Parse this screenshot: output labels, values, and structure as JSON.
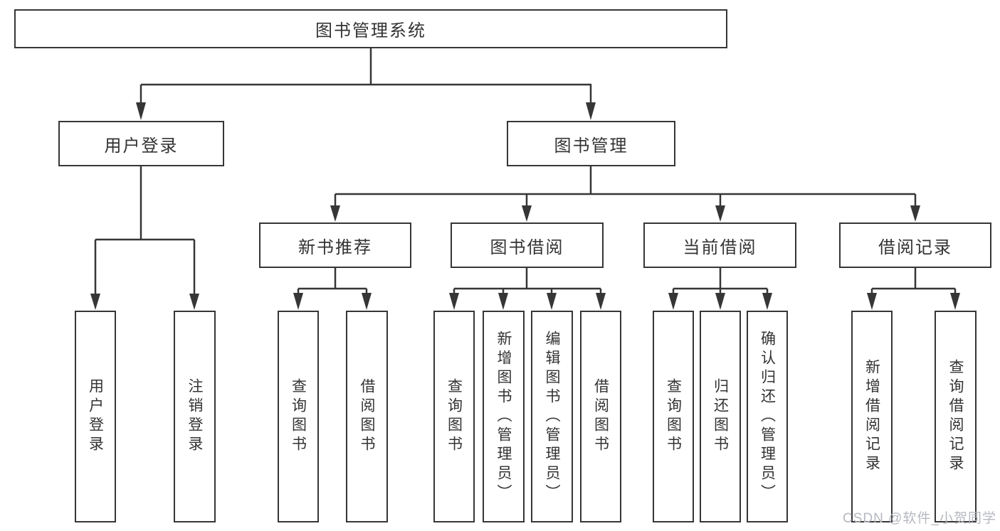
{
  "colors": {
    "line": "#363636",
    "box_border": "#363636",
    "text": "#333333",
    "watermark": "#b5b8bf",
    "background": "#ffffff"
  },
  "watermark": {
    "text": "CSDN @软件_小贺同学"
  },
  "nodes": {
    "root": {
      "label": "图书管理系统"
    },
    "user_login": {
      "label": "用户登录"
    },
    "book_management": {
      "label": "图书管理"
    },
    "new_book_rec": {
      "label": "新书推荐"
    },
    "book_borrow": {
      "label": "图书借阅"
    },
    "current_borrow": {
      "label": "当前借阅"
    },
    "borrow_records": {
      "label": "借阅记录"
    },
    "leaves": {
      "login": [
        "用户登录",
        "注销登录"
      ],
      "new_book": [
        "查询图书",
        "借阅图书"
      ],
      "borrow": [
        "查询图书",
        "新增图书（管理员）",
        "编辑图书（管理员）",
        "借阅图书"
      ],
      "current": [
        "查询图书",
        "归还图书",
        "确认归还（管理员）"
      ],
      "records": [
        "新增借阅记录",
        "查询借阅记录"
      ]
    }
  }
}
